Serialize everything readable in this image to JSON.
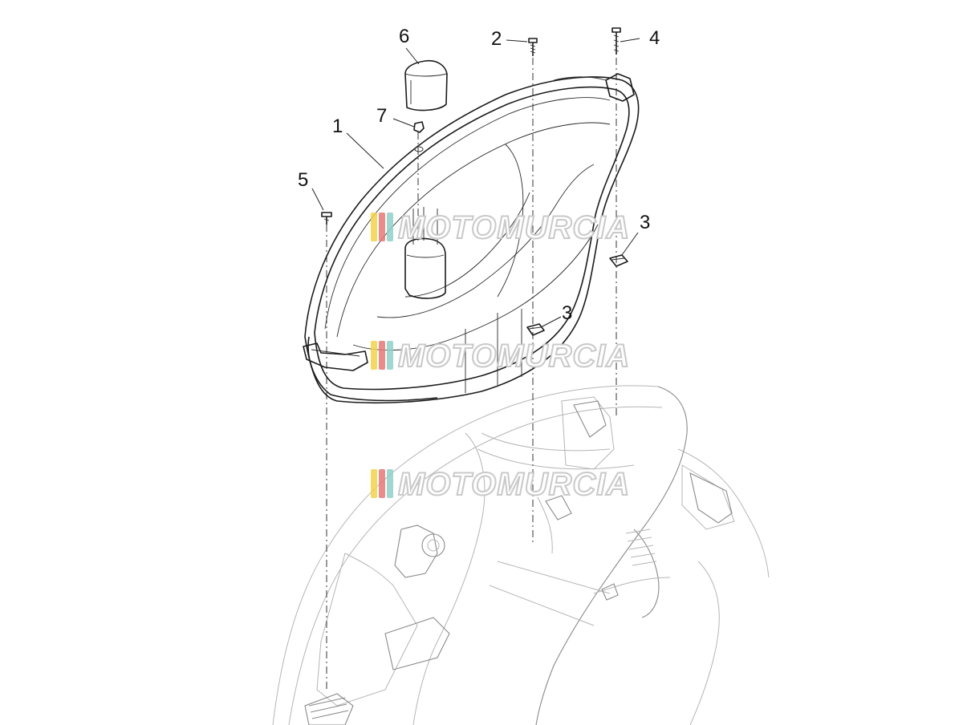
{
  "callouts": [
    {
      "id": "c1",
      "label": "1"
    },
    {
      "id": "c2",
      "label": "2"
    },
    {
      "id": "c3a",
      "label": "3"
    },
    {
      "id": "c3b",
      "label": "3"
    },
    {
      "id": "c4",
      "label": "4"
    },
    {
      "id": "c5",
      "label": "5"
    },
    {
      "id": "c6",
      "label": "6"
    },
    {
      "id": "c7",
      "label": "7"
    }
  ],
  "watermark": {
    "text": "MOTOMURCIA",
    "stripe_colors": [
      "#f3d24a",
      "#e87878",
      "#8fd0c8"
    ],
    "icon": "striped-flag-logo"
  },
  "colors": {
    "line": "#1b1b1b",
    "ghost": "#b5b5b5"
  }
}
